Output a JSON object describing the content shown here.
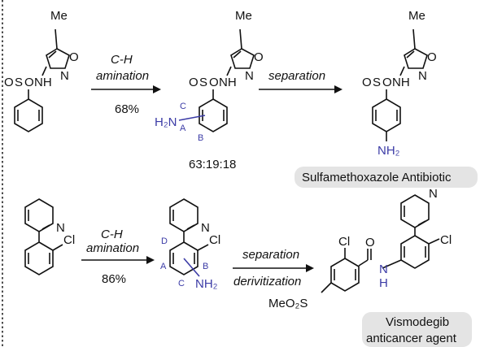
{
  "scheme": {
    "top": {
      "step1": {
        "line1": "C-H",
        "line2": "amination",
        "yield": "68%"
      },
      "step2": {
        "label": "separation"
      },
      "ratio": "63:19:18",
      "product_badge": "Sulfamethoxazole Antibiotic",
      "mol1": {
        "me": "Me",
        "o": "O",
        "n": "N",
        "o_s": "O",
        "s": "S",
        "o_right": "O",
        "nh": "NH"
      },
      "mol2": {
        "me": "Me",
        "o": "O",
        "n": "N",
        "o_s": "O",
        "s": "S",
        "o_right": "O",
        "nh": "NH",
        "h2n": "H₂N",
        "pos_a": "A",
        "pos_b": "B",
        "pos_c": "C"
      },
      "mol3": {
        "me": "Me",
        "o": "O",
        "n": "N",
        "o_s": "O",
        "s": "S",
        "o_right": "O",
        "nh": "NH",
        "nh2": "NH₂"
      }
    },
    "bottom": {
      "step1": {
        "line1": "C-H",
        "line2": "amination",
        "yield": "86%"
      },
      "step2": {
        "line1": "separation",
        "line2": "derivitization"
      },
      "mol1": {
        "n": "N",
        "cl": "Cl"
      },
      "mol2": {
        "n": "N",
        "cl": "Cl",
        "nh2": "NH₂",
        "pos_a": "A",
        "pos_b": "B",
        "pos_c": "C",
        "pos_d": "D"
      },
      "mol3": {
        "n": "N",
        "cl_left": "Cl",
        "o": "O",
        "nh": "N",
        "h": "H",
        "cl_right": "Cl",
        "meo2s": "MeO₂S"
      },
      "product_badge": {
        "line1": "Vismodegib",
        "line2": "anticancer agent"
      }
    }
  },
  "colors": {
    "bond": "#111111",
    "amine": "#3b3ba6",
    "badge": "#e4e4e4",
    "dashed": "#222222"
  }
}
